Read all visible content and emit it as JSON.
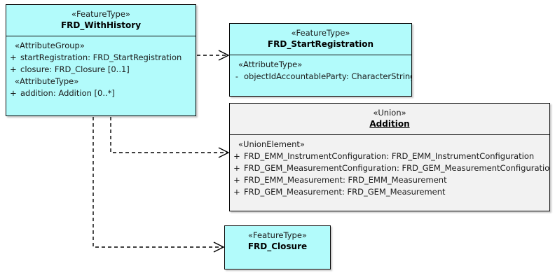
{
  "diagram": {
    "type": "uml-class-diagram",
    "background": "#ffffff",
    "feature_fill": "#b2fbfb",
    "union_fill": "#f2f2f2",
    "border_color": "#0a0a0a"
  },
  "classes": [
    {
      "id": "frd-with-history",
      "stereotype": "«FeatureType»",
      "name": "FRD_WithHistory",
      "abstract": false,
      "fill": "cyan",
      "compartments": [
        {
          "group": "«AttributeGroup»",
          "attributes": [
            {
              "visibility": "+",
              "text": "startRegistration: FRD_StartRegistration"
            },
            {
              "visibility": "+",
              "text": "closure: FRD_Closure [0..1]"
            }
          ]
        },
        {
          "group": "«AttributeType»",
          "attributes": [
            {
              "visibility": "+",
              "text": "addition: Addition [0..*]"
            }
          ]
        }
      ]
    },
    {
      "id": "frd-start-registration",
      "stereotype": "«FeatureType»",
      "name": "FRD_StartRegistration",
      "abstract": false,
      "fill": "cyan",
      "compartments": [
        {
          "group": "«AttributeType»",
          "attributes": [
            {
              "visibility": "-",
              "text": "objectIdAccountableParty: CharacterString"
            }
          ]
        }
      ]
    },
    {
      "id": "addition",
      "stereotype": "«Union»",
      "name": "Addition",
      "abstract": true,
      "fill": "plain",
      "compartments": [
        {
          "group": "«UnionElement»",
          "attributes": [
            {
              "visibility": "+",
              "text": "FRD_EMM_InstrumentConfiguration: FRD_EMM_InstrumentConfiguration"
            },
            {
              "visibility": "+",
              "text": "FRD_GEM_MeasurementConfiguration: FRD_GEM_MeasurementConfiguration"
            },
            {
              "visibility": "+",
              "text": "FRD_EMM_Measurement: FRD_EMM_Measurement"
            },
            {
              "visibility": "+",
              "text": "FRD_GEM_Measurement: FRD_GEM_Measurement"
            }
          ]
        }
      ]
    },
    {
      "id": "frd-closure",
      "stereotype": "«FeatureType»",
      "name": "FRD_Closure",
      "abstract": false,
      "fill": "cyan",
      "compartments": []
    }
  ],
  "connectors": [
    {
      "id": "conn-start-registration",
      "from": "frd-with-history",
      "to": "frd-start-registration",
      "style": "dashed",
      "arrow": "open"
    },
    {
      "id": "conn-addition",
      "from": "frd-with-history",
      "to": "addition",
      "style": "dashed",
      "arrow": "open"
    },
    {
      "id": "conn-closure",
      "from": "frd-with-history",
      "to": "frd-closure",
      "style": "dashed",
      "arrow": "open"
    }
  ]
}
